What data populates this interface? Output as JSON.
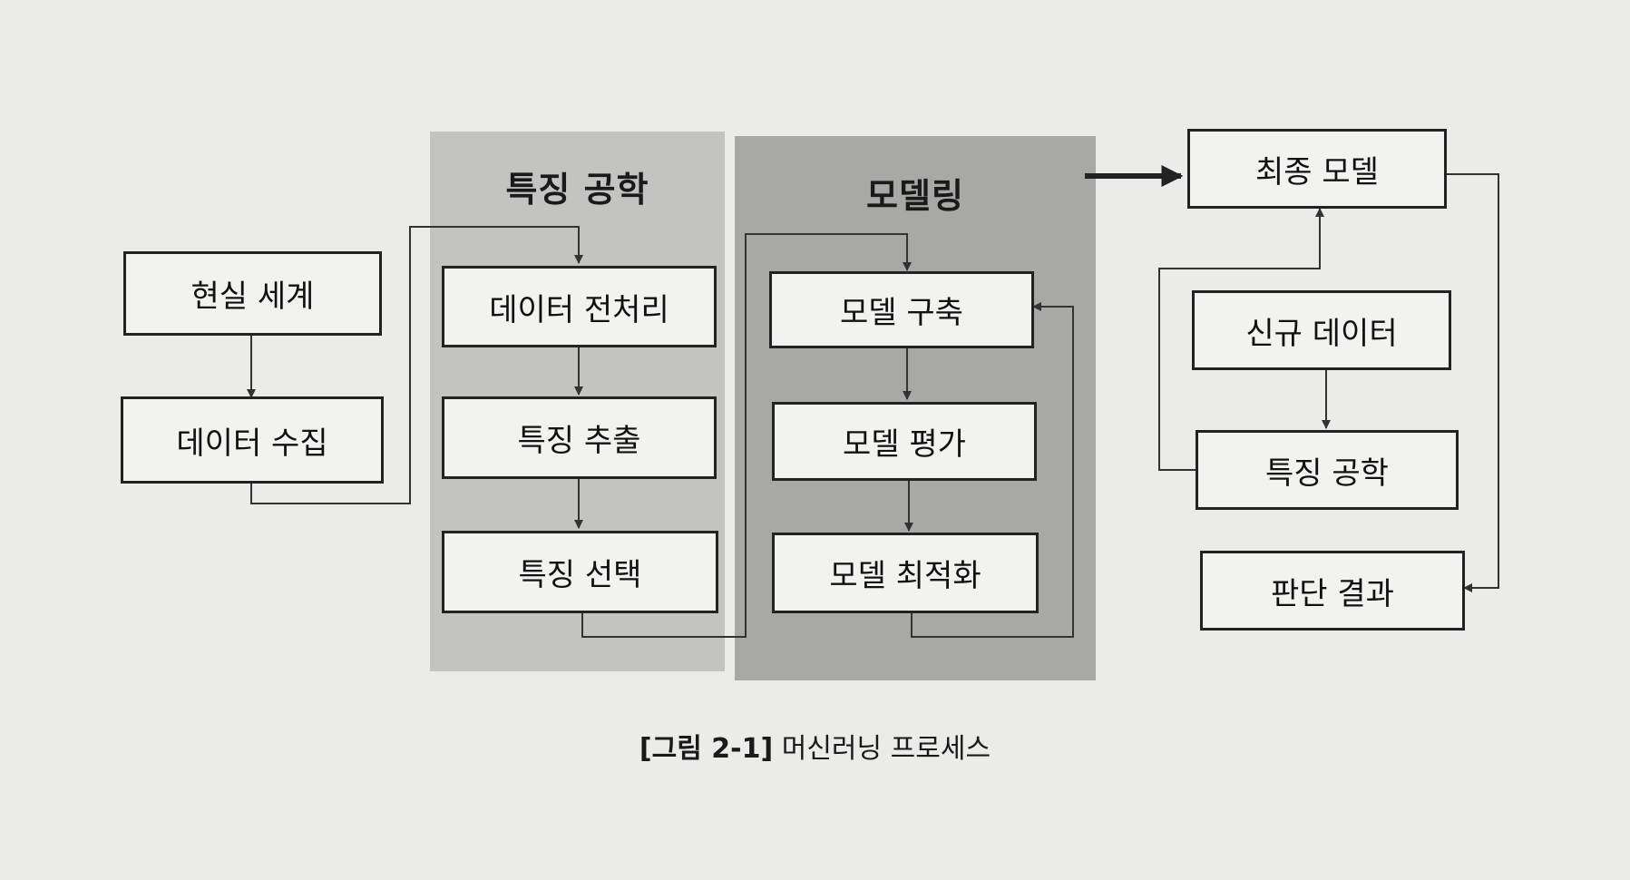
{
  "bands": {
    "feature_engineering": {
      "title": "특징 공학",
      "color": "#c3c3c1"
    },
    "modeling": {
      "title": "모델링",
      "color": "#a8a8a6"
    }
  },
  "boxes": {
    "real_world": "현실 세계",
    "data_collection": "데이터 수집",
    "preprocessing": "데이터 전처리",
    "feature_extraction": "특징 추출",
    "feature_selection": "특징 선택",
    "model_building": "모델 구축",
    "model_evaluation": "모델 평가",
    "model_optimization": "모델 최적화",
    "final_model": "최종 모델",
    "new_data": "신규 데이터",
    "feature_engineering_2": "특징 공학",
    "decision_result": "판단 결과"
  },
  "caption": {
    "label": "[그림 2-1]",
    "text": " 머신러닝 프로세스"
  }
}
